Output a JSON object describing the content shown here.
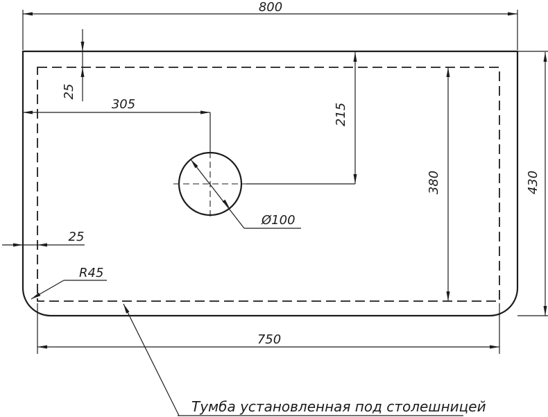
{
  "drawing": {
    "note": "Тумба установленная под столешницей",
    "dimensions": {
      "overall_width": "800",
      "overall_depth": "430",
      "top_inset": "25",
      "hole_offset_x": "305",
      "hole_offset_y": "215",
      "cabinet_depth": "380",
      "hole_diameter": "Ø100",
      "left_inset": "25",
      "corner_radius": "R45",
      "cabinet_width": "750"
    },
    "colors": {
      "line": "#1c1c1c",
      "background": "#ffffff"
    }
  }
}
